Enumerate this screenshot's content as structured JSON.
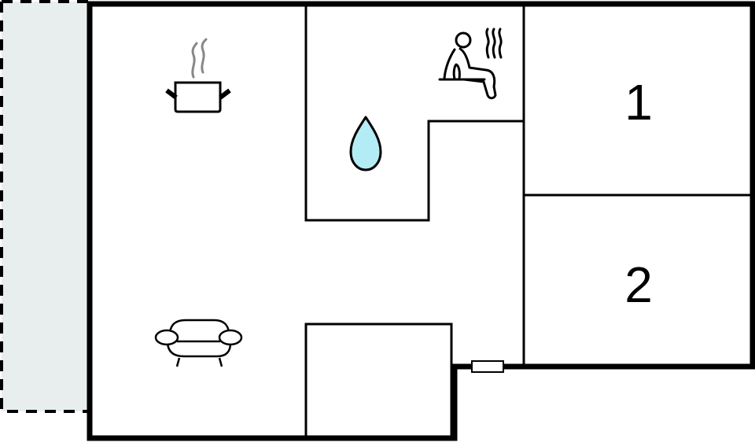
{
  "floorplan": {
    "colors": {
      "wall": "#000000",
      "terrace_fill": "#e8eeee",
      "water_drop": "#b3ecf5",
      "steam": "#888888",
      "background": "#ffffff"
    },
    "rooms": [
      {
        "id": "kitchen-living",
        "icon": "cooking-pot-icon"
      },
      {
        "id": "living",
        "icon": "sofa-icon"
      },
      {
        "id": "bathroom",
        "icon": "water-drop-icon"
      },
      {
        "id": "sauna",
        "icon": "sauna-icon"
      },
      {
        "id": "bedroom-1",
        "label": "1"
      },
      {
        "id": "bedroom-2",
        "label": "2"
      },
      {
        "id": "storage"
      },
      {
        "id": "terrace"
      }
    ],
    "bedroom_1_label": "1",
    "bedroom_2_label": "2"
  }
}
